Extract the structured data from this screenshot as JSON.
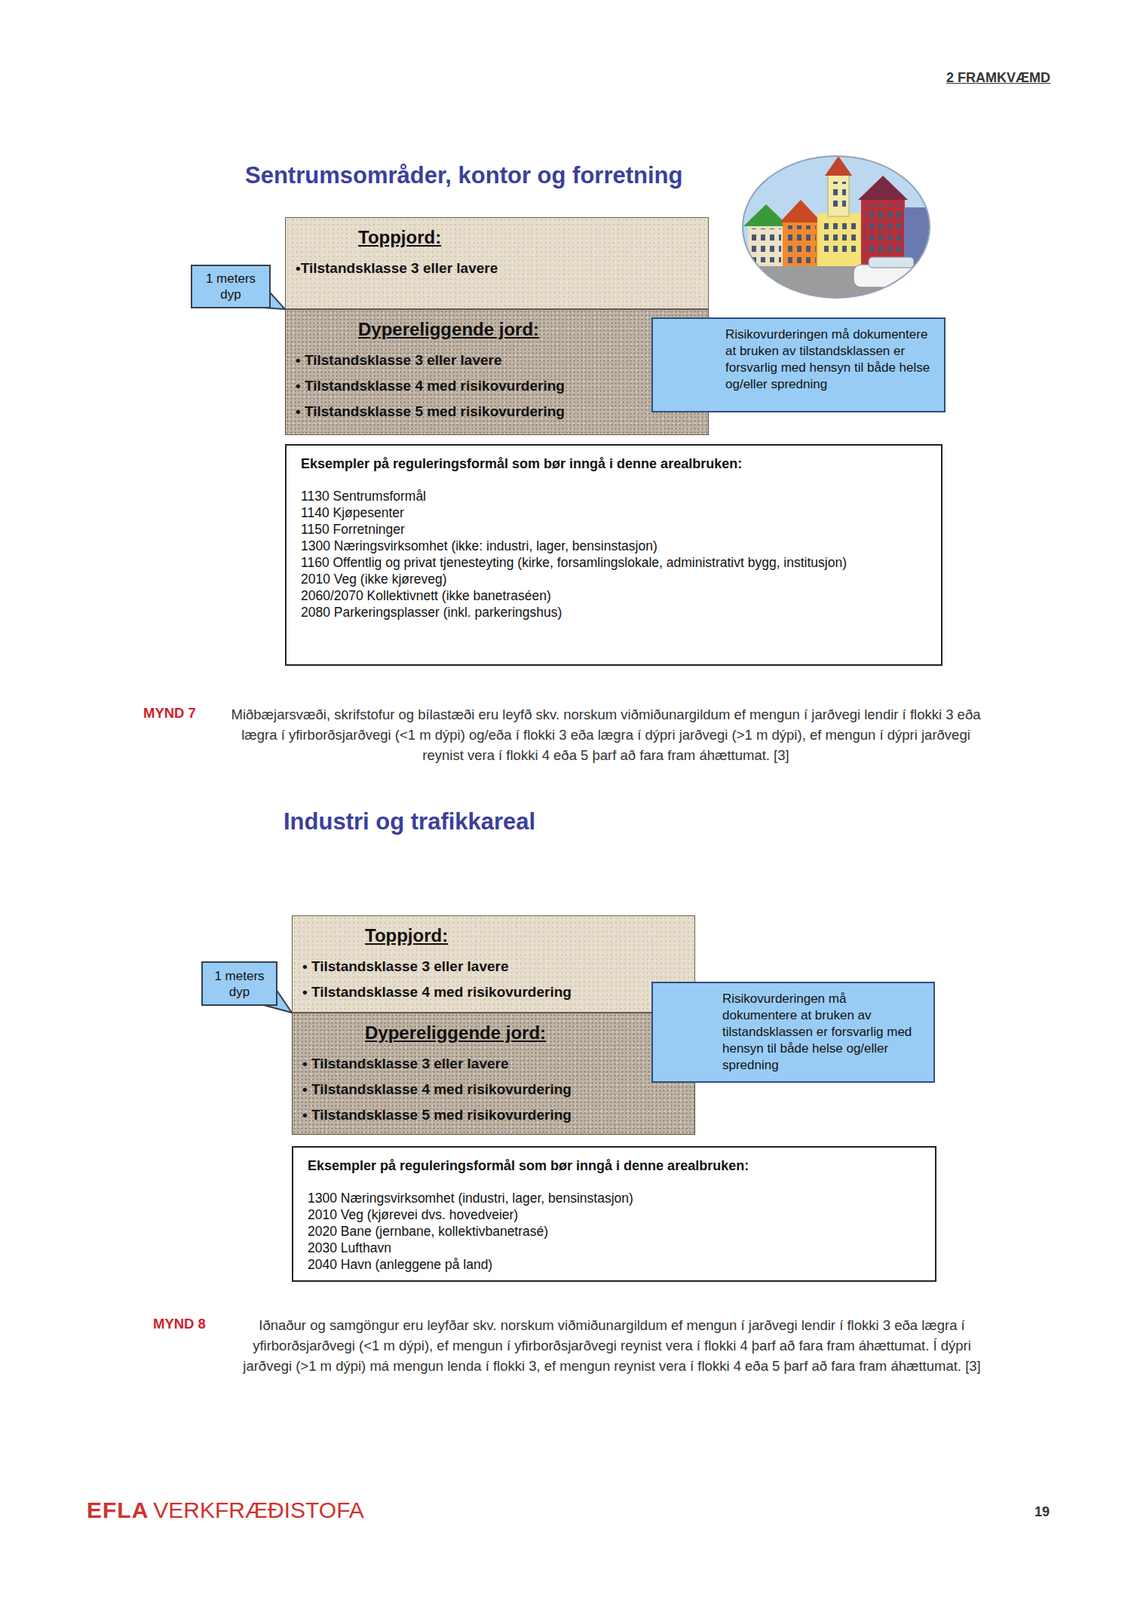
{
  "diagram": {
    "nodes": [
      {
        "text": [
          "Toppjord:",
          "•Tilstandsklasse 3 eller lavere"
        ]
      },
      {
        "text": [
          "Dypereliggende jord:",
          "• Tilstandsklasse 3 eller lavere",
          "• Tilstandsklasse 4 med risikovurdering",
          "• Tilstandsklasse 5 med risikovurdering"
        ]
      },
      {
        "text": [
          "1 meters dyp"
        ]
      },
      {
        "text": [
          "Risikovurderingen må dokumentere at bruken av tilstandsklassen er forsvarlig med hensyn til både helse og/eller spredning"
        ]
      },
      {
        "text": [
          "Eksempler på reguleringsformål som bør inngå i denne arealbruken:",
          "1130 Sentrumsformål",
          "1140 Kjøpesenter",
          "1150 Forretninger",
          "1300 Næringsvirksomhet (ikke: industri, lager, bensinstasjon)",
          "1160 Offentlig og privat tjenesteyting (kirke, forsamlingslokale, administrativt bygg, institusjon)",
          "2010 Veg (ikke kjøreveg)",
          "2060/2070 Kollektivnett (ikke banetraséen)",
          "2080 Parkeringsplasser (inkl. parkeringshus)"
        ]
      },
      {
        "text": [
          "Toppjord:",
          "• Tilstandsklasse 3 eller lavere",
          "• Tilstandsklasse 4 med risikovurdering"
        ]
      },
      {
        "text": [
          "Dypereliggende jord:",
          "• Tilstandsklasse 3 eller lavere",
          "• Tilstandsklasse 4 med risikovurdering",
          "• Tilstandsklasse 5 med risikovurdering"
        ]
      },
      {
        "text": [
          "1 meters dyp"
        ]
      },
      {
        "text": [
          "Risikovurderingen må dokumentere at bruken av tilstandsklassen er forsvarlig med hensyn til både helse og/eller spredning"
        ]
      },
      {
        "text": [
          "Eksempler på reguleringsformål som bør inngå i denne arealbruken:",
          "1300 Næringsvirksomhet (industri, lager, bensinstasjon)",
          "2010 Veg (kjørevei dvs. hovedveier)",
          "2020 Bane (jernbane, kollektivbanetrasé)",
          "2030 Lufthavn",
          "2040 Havn (anleggene på land)"
        ]
      }
    ],
    "labels": [
      "2 FRAMKVÆMD",
      "Sentrumsområder, kontor og forretning",
      "MYND 7",
      "Miðbæjarsvæði, skrifstofur og bílastæði eru leyfð skv. norskum viðmiðunargildum ef mengun í jarðvegi lendir í flokki 3 eða lægra í yfirborðsjarðvegi (<1 m dýpi) og/eða í flokki 3 eða lægra í dýpri jarðvegi (>1 m dýpi), ef mengun í dýpri jarðvegi reynist vera í flokki 4 eða 5 þarf að fara fram áhættumat. [3]",
      "Industri og trafikkareal",
      "MYND 8",
      "Iðnaður og samgöngur eru leyfðar skv. norskum viðmiðunargildum ef mengun í jarðvegi lendir í flokki 3 eða lægra í yfirborðsjarðvegi (<1 m dýpi), ef mengun í yfirborðsjarðvegi reynist vera í flokki 4 þarf að fara fram áhættumat. Í dýpri jarðvegi (>1 m dýpi) má mengun lenda í flokki 3, ef mengun reynist vera í flokki 4 eða 5 þarf að fara fram áhættumat. [3]",
      "EFLA",
      "VERKFRÆÐISTOFA",
      "19"
    ]
  }
}
